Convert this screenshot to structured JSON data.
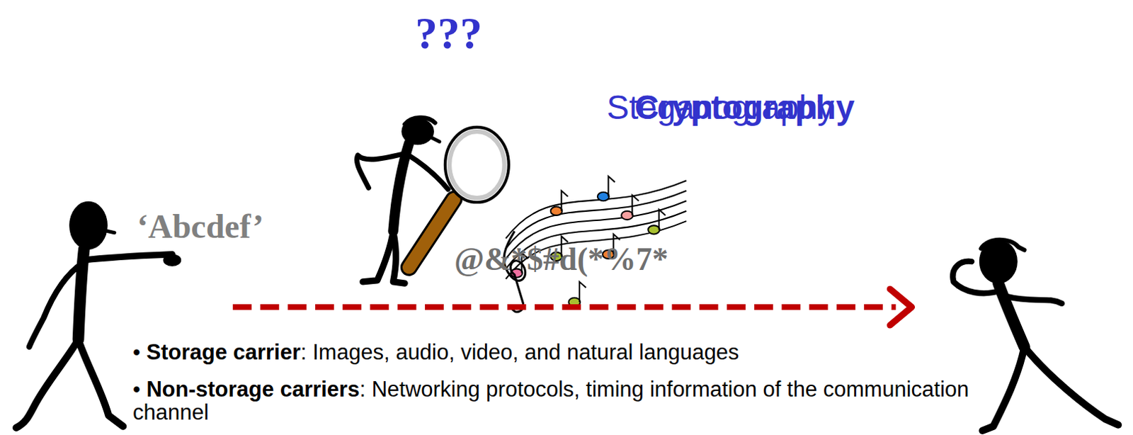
{
  "diagram": {
    "labels": [
      "???",
      "Steganography",
      "Cryptography",
      "‘Abcdef’",
      "@&*$#d(*%7*",
      "• Storage carrier: Images, audio, video, and natural languages",
      "• Non-storage carriers: Networking protocols, timing information of the communication channel"
    ]
  }
}
